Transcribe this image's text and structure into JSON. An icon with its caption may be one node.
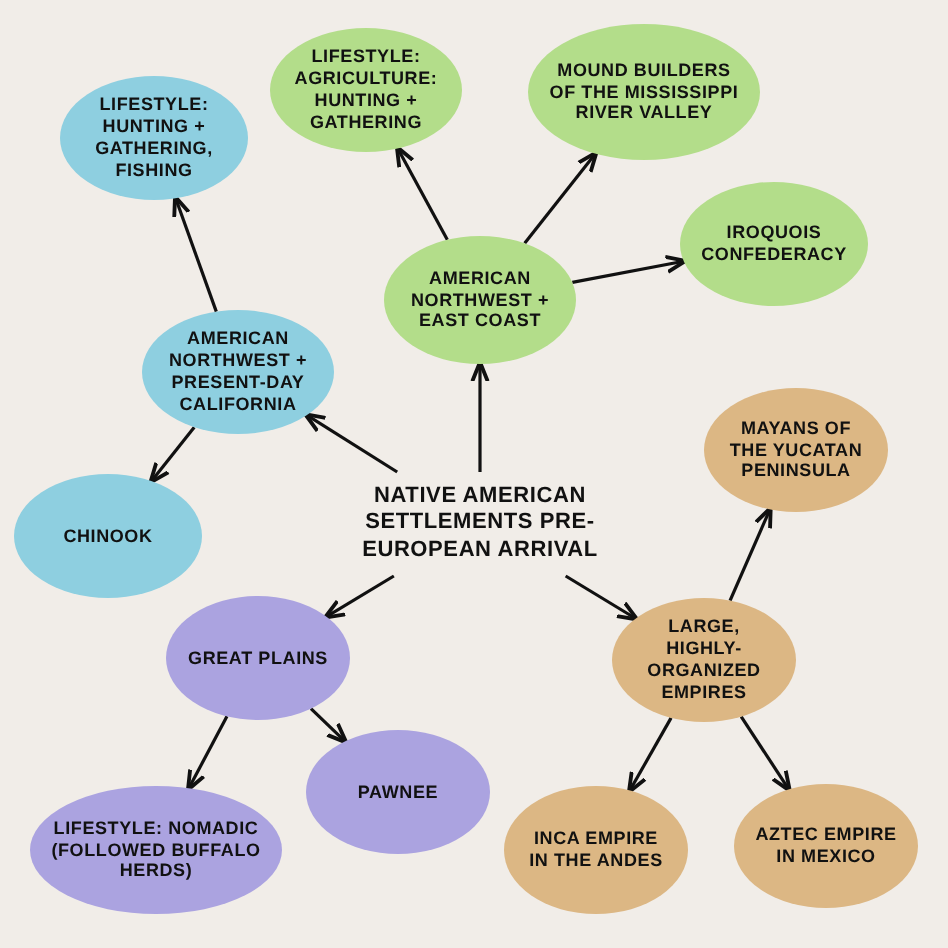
{
  "diagram": {
    "nodes": [
      {
        "text": [
          "NATIVE AMERICAN SETTLEMENTS PRE-EUROPEAN ARRIVAL"
        ]
      },
      {
        "text": [
          "AMERICAN NORTHWEST + EAST COAST"
        ]
      },
      {
        "text": [
          "LIFESTYLE: AGRICULTURE: HUNTING + GATHERING"
        ]
      },
      {
        "text": [
          "MOUND BUILDERS OF THE MISSISSIPPI RIVER VALLEY"
        ]
      },
      {
        "text": [
          "IROQUOIS CONFEDERACY"
        ]
      },
      {
        "text": [
          "AMERICAN NORTHWEST + PRESENT-DAY CALIFORNIA"
        ]
      },
      {
        "text": [
          "LIFESTYLE: HUNTING + GATHERING, FISHING"
        ]
      },
      {
        "text": [
          "CHINOOK"
        ]
      },
      {
        "text": [
          "GREAT PLAINS"
        ]
      },
      {
        "text": [
          "PAWNEE"
        ]
      },
      {
        "text": [
          "LIFESTYLE: NOMADIC (FOLLOWED BUFFALO HERDS)"
        ]
      },
      {
        "text": [
          "LARGE, HIGHLY-ORGANIZED EMPIRES"
        ]
      },
      {
        "text": [
          "MAYANS OF THE YUCATAN PENINSULA"
        ]
      },
      {
        "text": [
          "INCA EMPIRE IN THE ANDES"
        ]
      },
      {
        "text": [
          "AZTEC EMPIRE IN MEXICO"
        ]
      }
    ],
    "edges": [
      {
        "from": 0,
        "to": 1,
        "arrow": "to"
      },
      {
        "from": 0,
        "to": 5,
        "arrow": "to"
      },
      {
        "from": 0,
        "to": 8,
        "arrow": "to"
      },
      {
        "from": 0,
        "to": 11,
        "arrow": "to"
      },
      {
        "from": 1,
        "to": 2,
        "arrow": "to"
      },
      {
        "from": 1,
        "to": 3,
        "arrow": "to"
      },
      {
        "from": 1,
        "to": 4,
        "arrow": "to"
      },
      {
        "from": 5,
        "to": 6,
        "arrow": "to"
      },
      {
        "from": 5,
        "to": 7,
        "arrow": "to"
      },
      {
        "from": 8,
        "to": 10,
        "arrow": "to"
      },
      {
        "from": 8,
        "to": 9,
        "arrow": "to"
      },
      {
        "from": 11,
        "to": 12,
        "arrow": "to"
      },
      {
        "from": 11,
        "to": 13,
        "arrow": "to"
      },
      {
        "from": 11,
        "to": 14,
        "arrow": "to"
      }
    ]
  }
}
